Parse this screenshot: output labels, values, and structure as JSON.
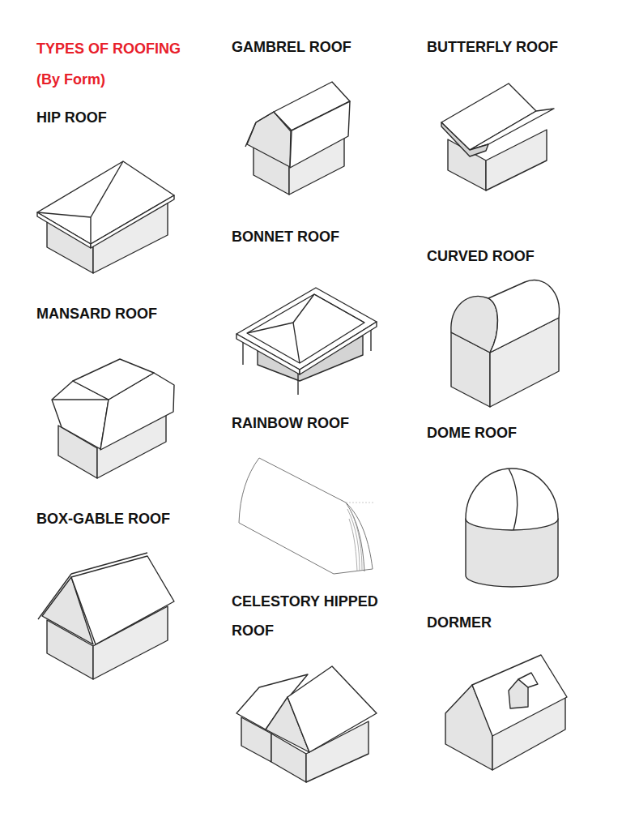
{
  "diagram": {
    "title": "TYPES OF ROOFING (By Form)",
    "labels": [
      "HIP ROOF",
      "GAMBREL ROOF",
      "BUTTERFLY ROOF",
      "BONNET ROOF",
      "CURVED ROOF",
      "MANSARD ROOF",
      "RAINBOW ROOF",
      "DOME ROOF",
      "BOX-GABLE ROOF",
      "CELESTORY HIPPED ROOF",
      "DORMER"
    ]
  }
}
